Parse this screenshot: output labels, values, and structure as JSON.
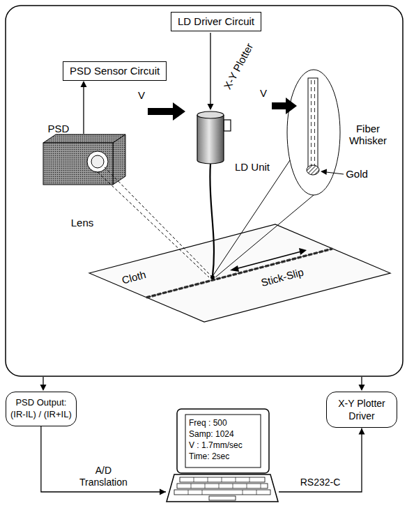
{
  "diagram": {
    "nodes": [
      {
        "text": [
          "LD Driver Circuit"
        ]
      },
      {
        "text": [
          "PSD Sensor Circuit"
        ]
      },
      {
        "text": [
          "PSD Output:",
          "(IR-IL) / (IR+IL)"
        ]
      },
      {
        "text": [
          "X-Y Plotter Driver"
        ]
      },
      {
        "text": [
          "Freq : 500",
          "Samp: 1024",
          "V : 1.7mm/sec",
          "Time: 2sec"
        ]
      }
    ],
    "edges": [
      {
        "from": 2,
        "to": 4,
        "arrow": "to",
        "label": "A/D Translation"
      },
      {
        "from": 4,
        "to": 3,
        "arrow": "to",
        "label": "RS232-C"
      }
    ],
    "labels": [
      "X-Y Plotter",
      "V",
      "V",
      "LD Unit",
      "PSD",
      "Lens",
      "Fiber Whisker",
      "Gold",
      "Stick-Slip",
      "Cloth"
    ]
  }
}
